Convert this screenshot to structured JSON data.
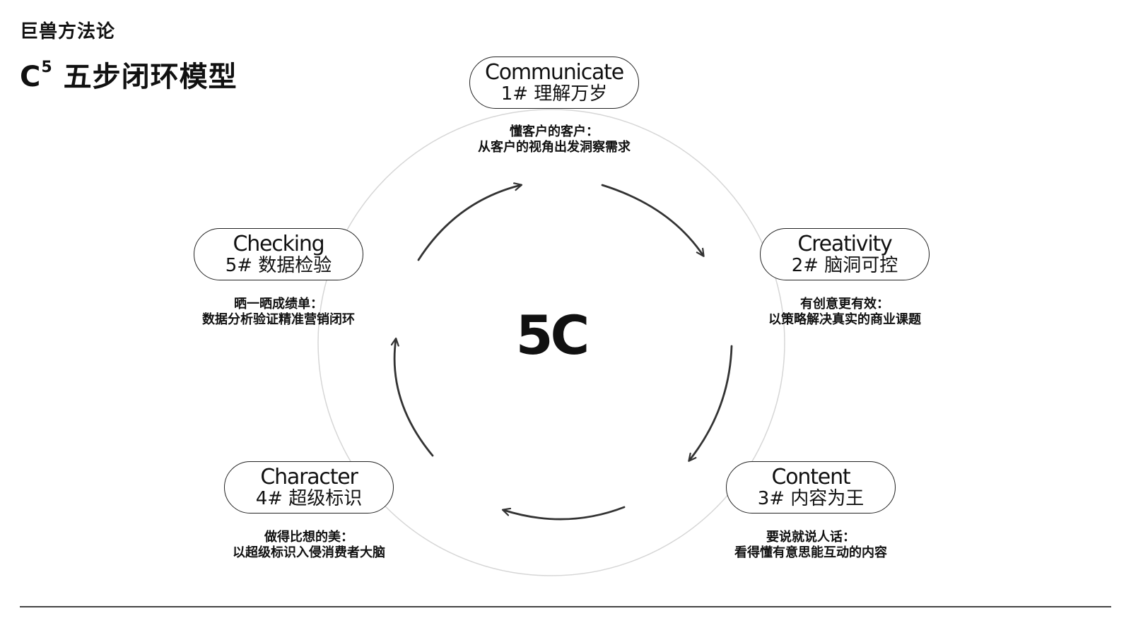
{
  "header": {
    "brand": "巨兽方法论",
    "title_prefix": "C",
    "title_sup": "5",
    "title_rest": "五步闭环模型"
  },
  "center_label": "5C",
  "steps": [
    {
      "en": "Communicate",
      "cn": "1# 理解万岁",
      "desc_1": "懂客户的客户：",
      "desc_2": "从客户的视角出发洞察需求"
    },
    {
      "en": "Creativity",
      "cn": "2# 脑洞可控",
      "desc_1": "有创意更有效：",
      "desc_2": "以策略解决真实的商业课题"
    },
    {
      "en": "Content",
      "cn": "3# 内容为王",
      "desc_1": "要说就说人话：",
      "desc_2": "看得懂有意思能互动的内容"
    },
    {
      "en": "Character",
      "cn": "4# 超级标识",
      "desc_1": "做得比想的美：",
      "desc_2": "以超级标识入侵消费者大脑"
    },
    {
      "en": "Checking",
      "cn": "5# 数据检验",
      "desc_1": "晒一晒成绩单：",
      "desc_2": "数据分析验证精准营销闭环"
    }
  ],
  "colors": {
    "ring": "#d6d6d6",
    "arrow": "#333333",
    "rule": "#444444"
  }
}
